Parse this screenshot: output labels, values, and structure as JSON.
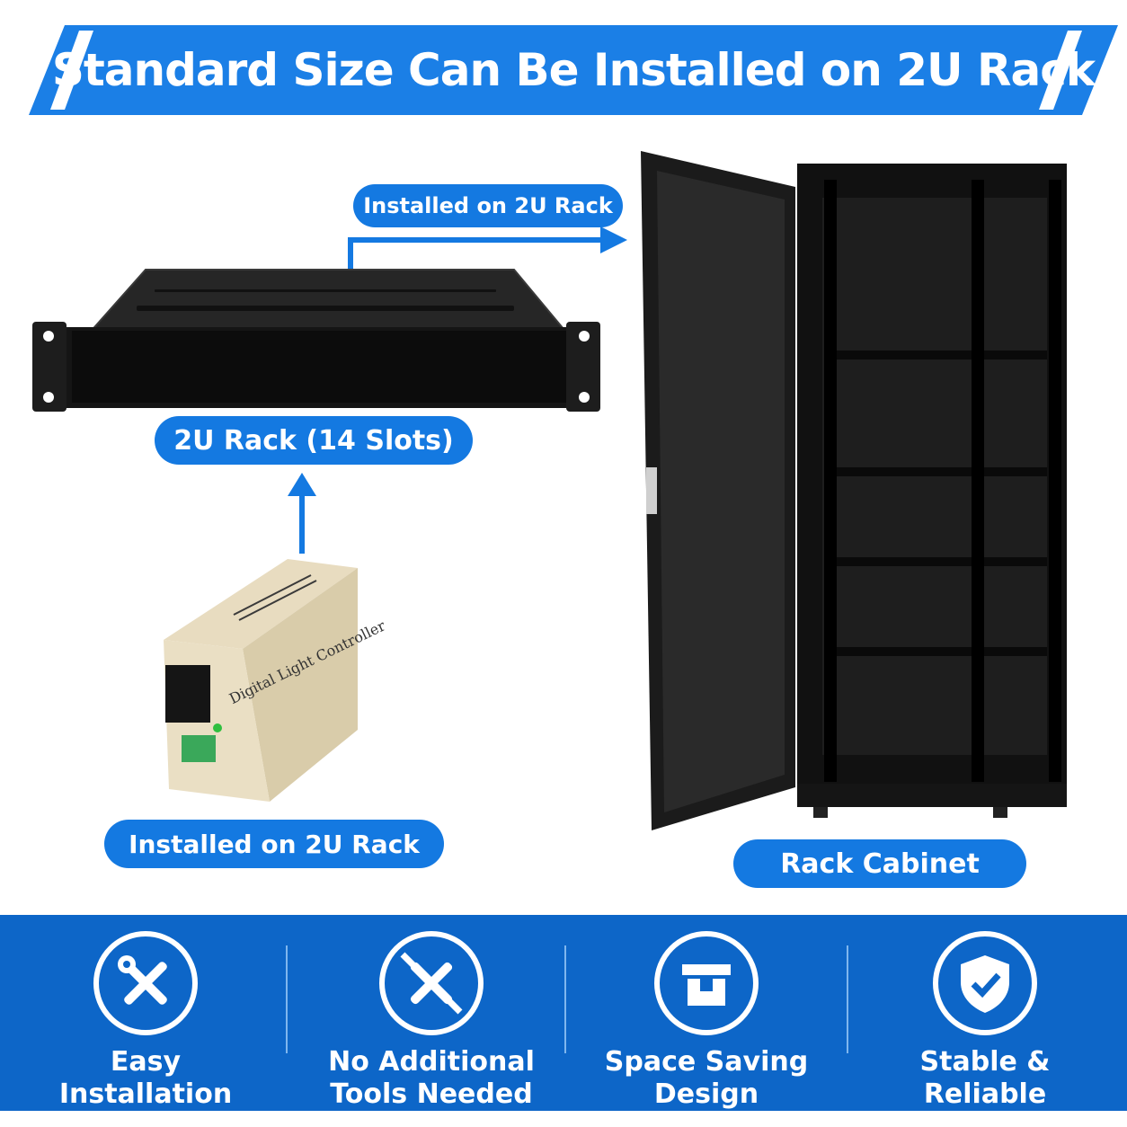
{
  "banner": {
    "title": "Standard Size  Can Be Installed on 2U Rack",
    "color": "#1b7fe6"
  },
  "labels": {
    "top_arrow_label": "Installed on 2U Rack",
    "rack_label": "2U Rack (14 Slots)",
    "controller_label": "Installed on 2U Rack",
    "cabinet_label": "Rack Cabinet"
  },
  "controller": {
    "printed_text": "Digital Light Controller"
  },
  "features": [
    {
      "label": "Easy\nInstallation",
      "icon": "wrench-screwdriver-icon"
    },
    {
      "label": "No Additional\nTools Needed",
      "icon": "no-tools-icon"
    },
    {
      "label": "Space Saving\nDesign",
      "icon": "compact-box-icon"
    },
    {
      "label": "Stable &\nReliable",
      "icon": "shield-check-icon"
    }
  ],
  "colors": {
    "accent": "#1479e1",
    "band": "#0d66c8",
    "white": "#ffffff"
  }
}
